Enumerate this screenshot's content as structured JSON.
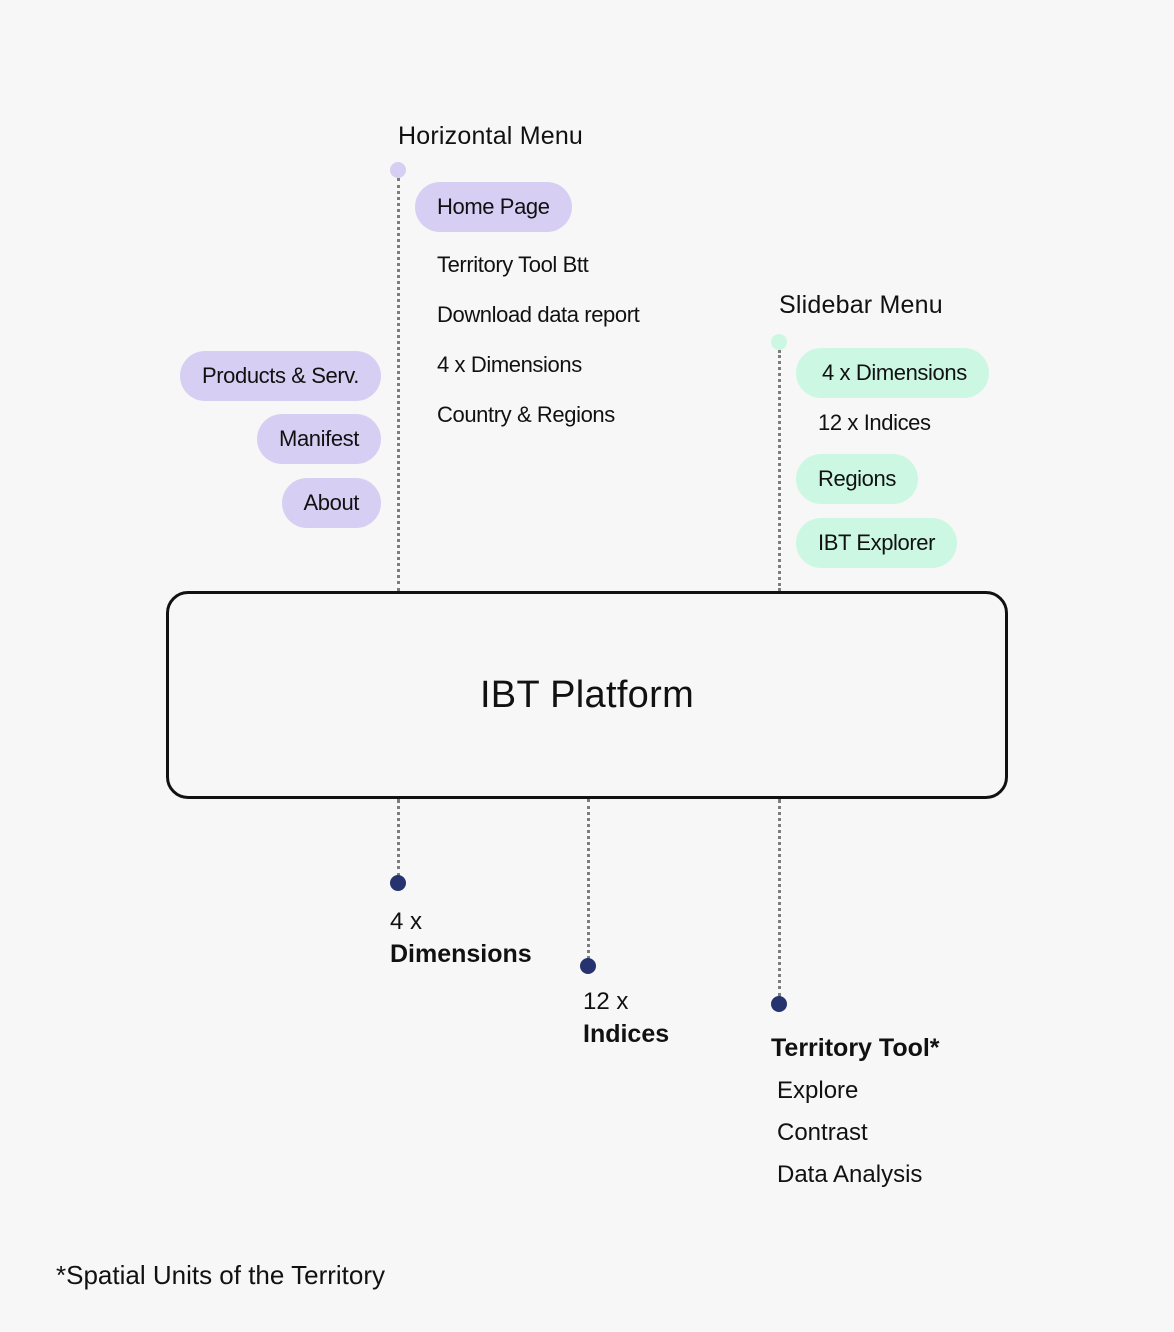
{
  "horizontal_menu": {
    "title": "Horizontal Menu",
    "accent_color": "#d6cff3",
    "highlighted_item": "Home Page",
    "items": [
      "Territory Tool Btt",
      "Download data report",
      "4 x Dimensions",
      "Country & Regions"
    ],
    "side_pills": [
      "Products & Serv.",
      "Manifest",
      "About"
    ]
  },
  "slidebar_menu": {
    "title": "Slidebar Menu",
    "accent_color": "#ccf7e3",
    "items": [
      {
        "label": "4 x Dimensions",
        "highlighted": true
      },
      {
        "label": "12 x Indices",
        "highlighted": false
      },
      {
        "label": "Regions",
        "highlighted": true
      },
      {
        "label": "IBT Explorer",
        "highlighted": true
      }
    ]
  },
  "platform": {
    "label": "IBT Platform"
  },
  "outputs": {
    "node_color": "#27336e",
    "dimensions": {
      "count": "4 x",
      "label": "Dimensions"
    },
    "indices": {
      "count": "12 x",
      "label": "Indices"
    },
    "territory_tool": {
      "label": "Territory Tool*",
      "items": [
        "Explore",
        "Contrast",
        "Data Analysis"
      ]
    }
  },
  "footnote": "*Spatial Units of the Territory"
}
